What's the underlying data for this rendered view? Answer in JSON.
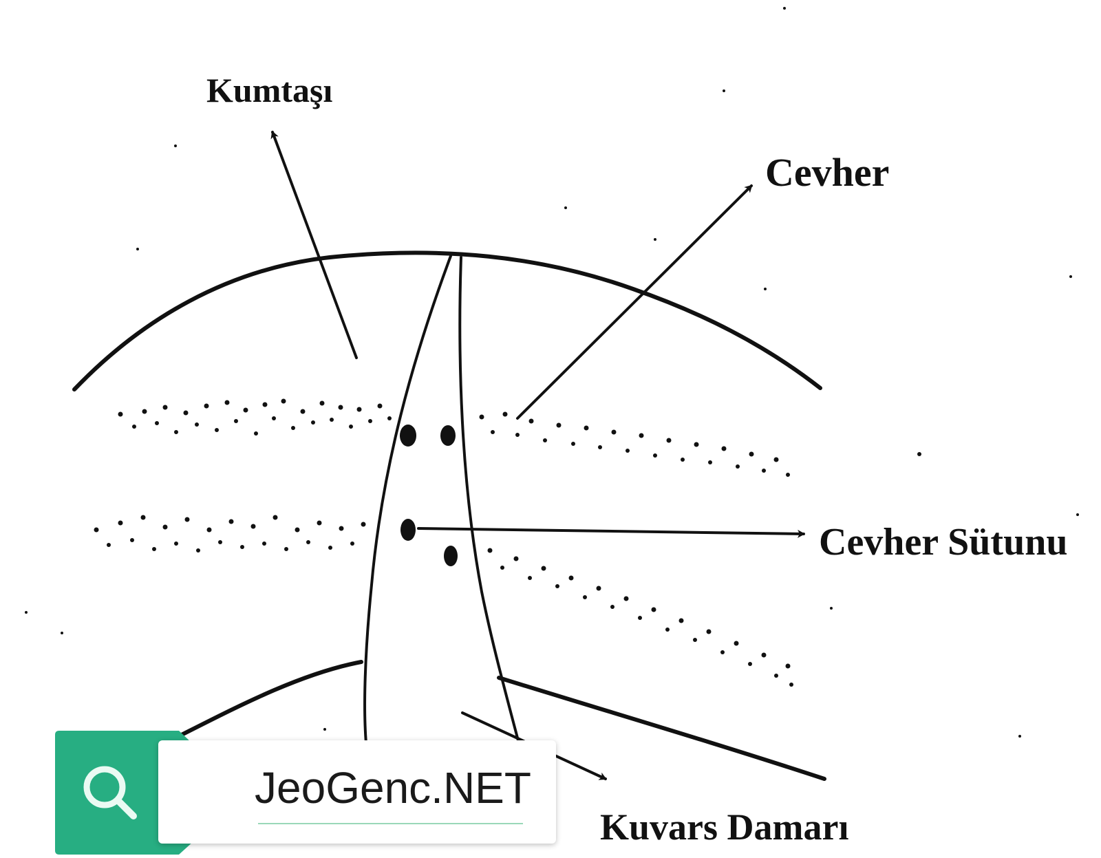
{
  "labels": {
    "kumtasi": "Kumtaşı",
    "cevher": "Cevher",
    "cevher_sutunu": "Cevher Sütunu",
    "kuvars_damari": "Kuvars Damarı"
  },
  "watermark": {
    "text": "JeoGenc.NET",
    "icon": "search-icon",
    "badge_color": "#27ae82"
  }
}
